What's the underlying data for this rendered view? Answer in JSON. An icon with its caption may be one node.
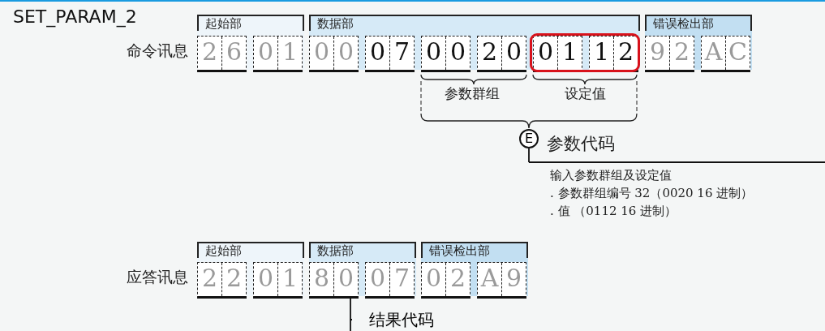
{
  "diagram": {
    "title": "SET_PARAM_2",
    "nodes": [
      {
        "text": [
          "起始部"
        ]
      },
      {
        "text": [
          "数据部"
        ]
      },
      {
        "text": [
          "错误检出部"
        ]
      },
      {
        "text": [
          "E"
        ],
        "beside": [
          "参数代码"
        ]
      },
      {
        "text": [
          "输入参数群组及设定值",
          ". 参数群组编号 32（0020 16 进制）",
          ". 值 （0112 16 进制）"
        ]
      },
      {
        "text": [
          "起始部"
        ]
      },
      {
        "text": [
          "数据部"
        ]
      },
      {
        "text": [
          "错误检出部"
        ]
      },
      {
        "text": [
          "结果代码"
        ]
      }
    ],
    "edges": [
      {
        "from": 3,
        "to": 4,
        "arrow": "none"
      },
      {
        "from": 8,
        "to": 6,
        "arrow": "none"
      }
    ],
    "labels": [
      "命令讯息",
      "2",
      "6",
      "0",
      "1",
      "0",
      "0",
      "0",
      "7",
      "0",
      "0",
      "2",
      "0",
      "0",
      "1",
      "1",
      "2",
      "9",
      "2",
      "A",
      "C",
      "参数群组",
      "设定值",
      "应答讯息",
      "2",
      "2",
      "0",
      "1",
      "8",
      "0",
      "0",
      "7",
      "0",
      "2",
      "A",
      "9"
    ]
  }
}
